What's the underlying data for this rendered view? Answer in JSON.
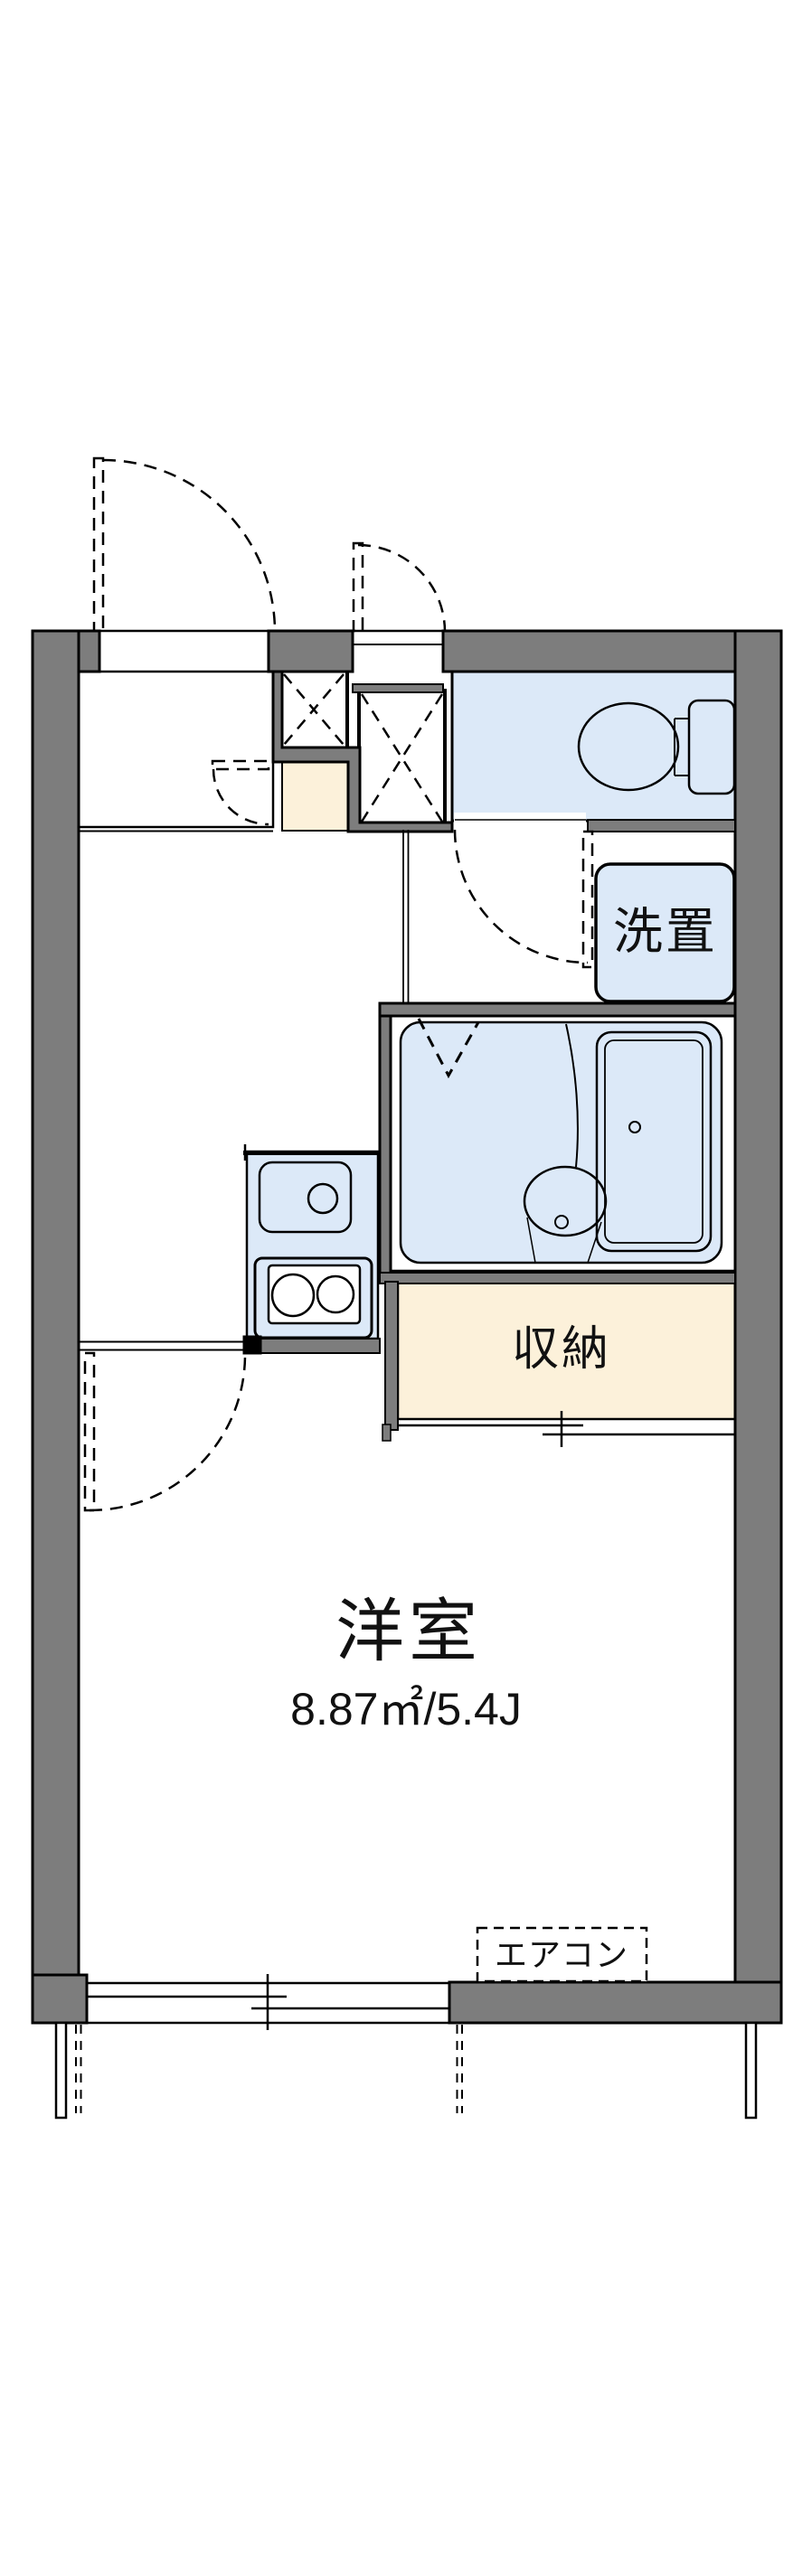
{
  "floor_plan": {
    "type": "japanese-apartment-1K",
    "rooms": {
      "living_room": {
        "name_label": "洋室",
        "area_label": "8.87㎡/5.4J"
      },
      "storage": {
        "label": "収納"
      },
      "washer_place": {
        "label": "洗置"
      },
      "air_conditioner": {
        "label": "エアコン"
      }
    },
    "fixtures": [
      "entrance-door",
      "shoe-storage-box",
      "toilet",
      "washing-machine-place",
      "unit-bath",
      "bathtub",
      "wash-basin",
      "kitchen-sink",
      "gas-stove",
      "storage-sliding-door",
      "sliding-window",
      "balcony-dividers",
      "air-conditioner"
    ],
    "colors": {
      "wall": "#7d7d7d",
      "wet_area_fill": "#dce9f8",
      "storage_fill": "#fcf1da",
      "outline": "#000000",
      "background": "#ffffff"
    }
  }
}
